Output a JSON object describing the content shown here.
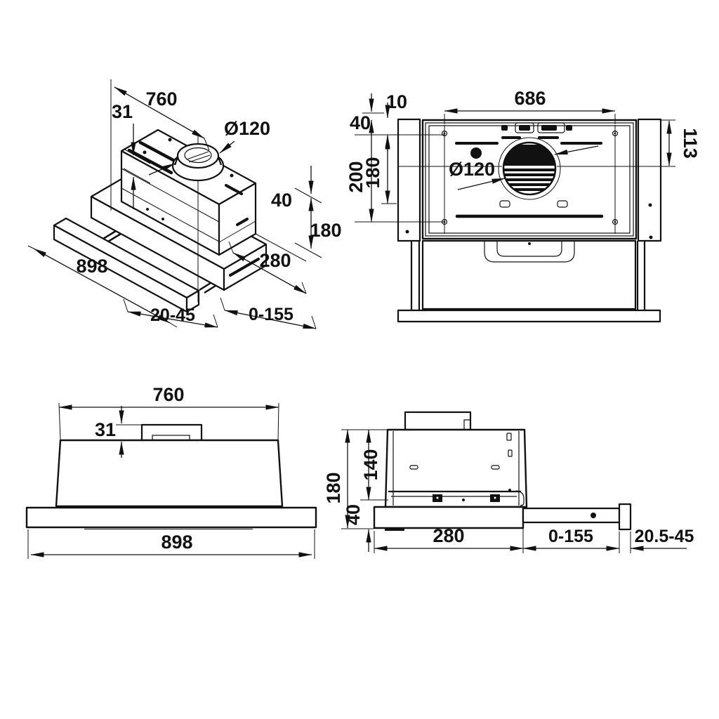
{
  "drawing": {
    "kind": "technical dimension drawing",
    "subject": "telescopic built-in range hood",
    "line_color": "#111111",
    "background": "#ffffff"
  },
  "views": {
    "isometric": {
      "title": "isometric view",
      "dims": {
        "width_top": "760",
        "top_plate_height": "31",
        "duct_diameter": "Ø120",
        "lower_box_height": "40",
        "total_height": "180",
        "total_width": "898",
        "body_depth": "280",
        "front_panel_range": "20-45",
        "pullout_range": "0-155"
      }
    },
    "top": {
      "title": "top view",
      "dims": {
        "edge_clearance": "10",
        "front_hole_offset": "40",
        "hole_span_width": "686",
        "side_offset": "113",
        "hole_row_gap": "180",
        "hole_span_depth": "200",
        "duct_diameter": "Ø120"
      }
    },
    "front": {
      "title": "front view",
      "dims": {
        "width_top": "760",
        "top_plate_height": "31",
        "total_width": "898"
      }
    },
    "side": {
      "title": "side view",
      "dims": {
        "total_height": "180",
        "body_height": "140",
        "lower_box_height": "40",
        "body_depth": "280",
        "pullout_range": "0-155",
        "front_panel_range": "20.5-45"
      }
    }
  }
}
